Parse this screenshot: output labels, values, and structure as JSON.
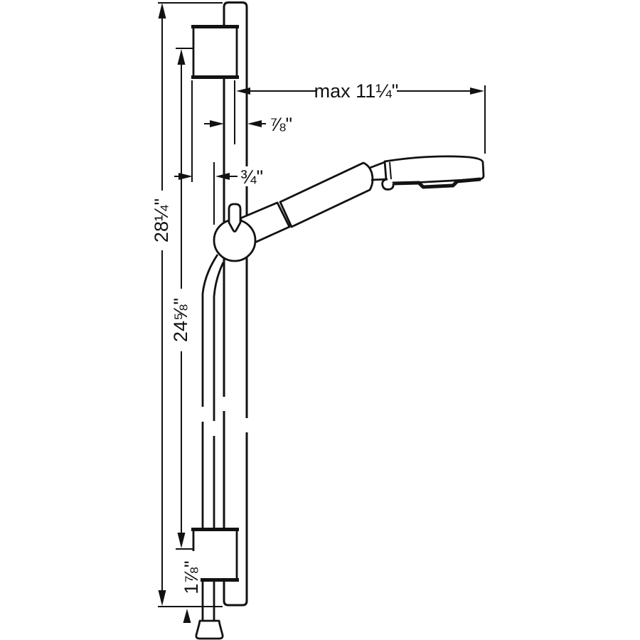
{
  "drawing": {
    "type": "technical dimension diagram",
    "colors": {
      "line": "#121212",
      "background": "#ffffff"
    },
    "dimensions": {
      "max_reach": {
        "label": "max 11¼\""
      },
      "bar_diameter": {
        "label": "⅞\""
      },
      "hose_offset": {
        "label": "¾\""
      },
      "overall_height": {
        "label": "28¼\""
      },
      "hole_spacing": {
        "label": "24⅝\""
      },
      "bottom_offset": {
        "label": "1⅞\""
      }
    }
  }
}
